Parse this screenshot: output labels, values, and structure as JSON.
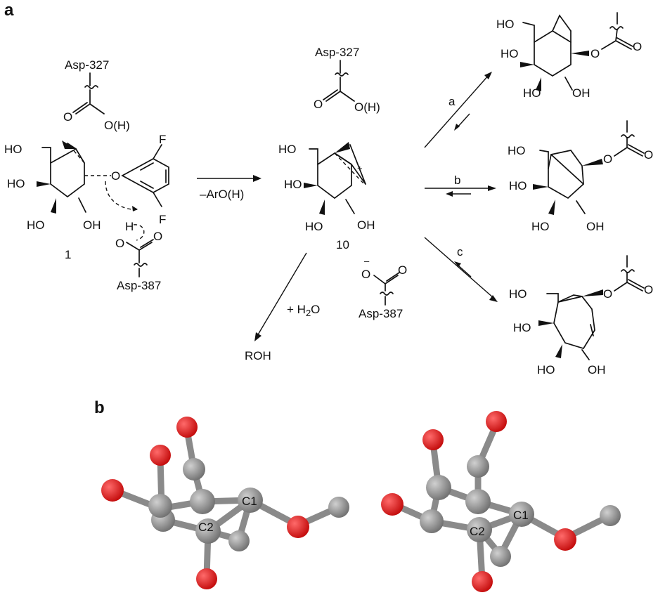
{
  "panels": {
    "a": "a",
    "b": "b"
  },
  "labels": {
    "asp327": "Asp-327",
    "asp387": "Asp-387",
    "oh_acid": "O(H)",
    "o": "O",
    "ho": "HO",
    "oh": "OH",
    "f": "F",
    "h": "H",
    "compound1": "1",
    "compound10": "10",
    "leaving": "–ArO(H)",
    "water_prefix": "+ H",
    "water_sub": "2",
    "water_suffix": "O",
    "product": "ROH",
    "route_a": "a",
    "route_b": "b",
    "route_c": "c",
    "plus": "+",
    "minus": "–",
    "c1": "C1",
    "c2": "C2"
  },
  "colors": {
    "oxygen": "#e8141b",
    "carbon": "#8e8e8e",
    "bond": "#111111"
  }
}
